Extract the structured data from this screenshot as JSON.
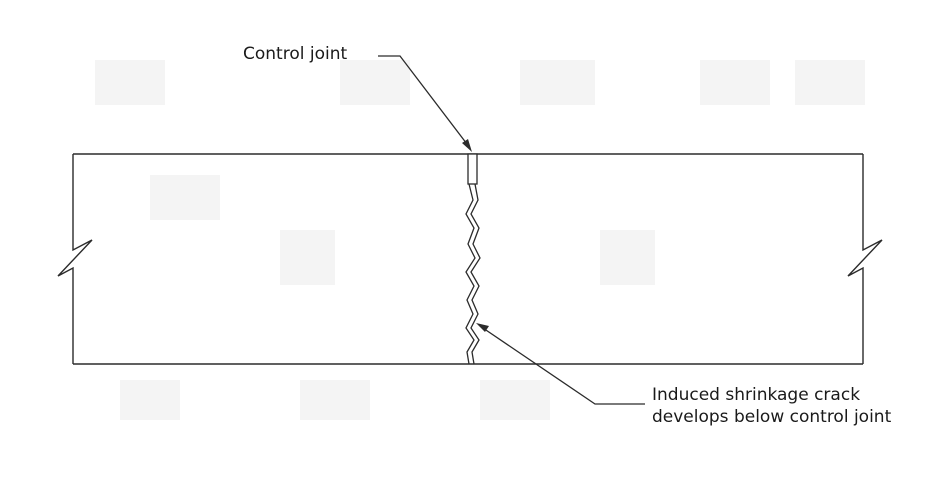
{
  "labels": {
    "control_joint": "Control joint",
    "crack_line1": "Induced shrinkage crack",
    "crack_line2": "develops below control joint"
  },
  "colors": {
    "line": "#2b2b2b",
    "faint_background": "#f3f3f3",
    "paper": "#ffffff"
  }
}
